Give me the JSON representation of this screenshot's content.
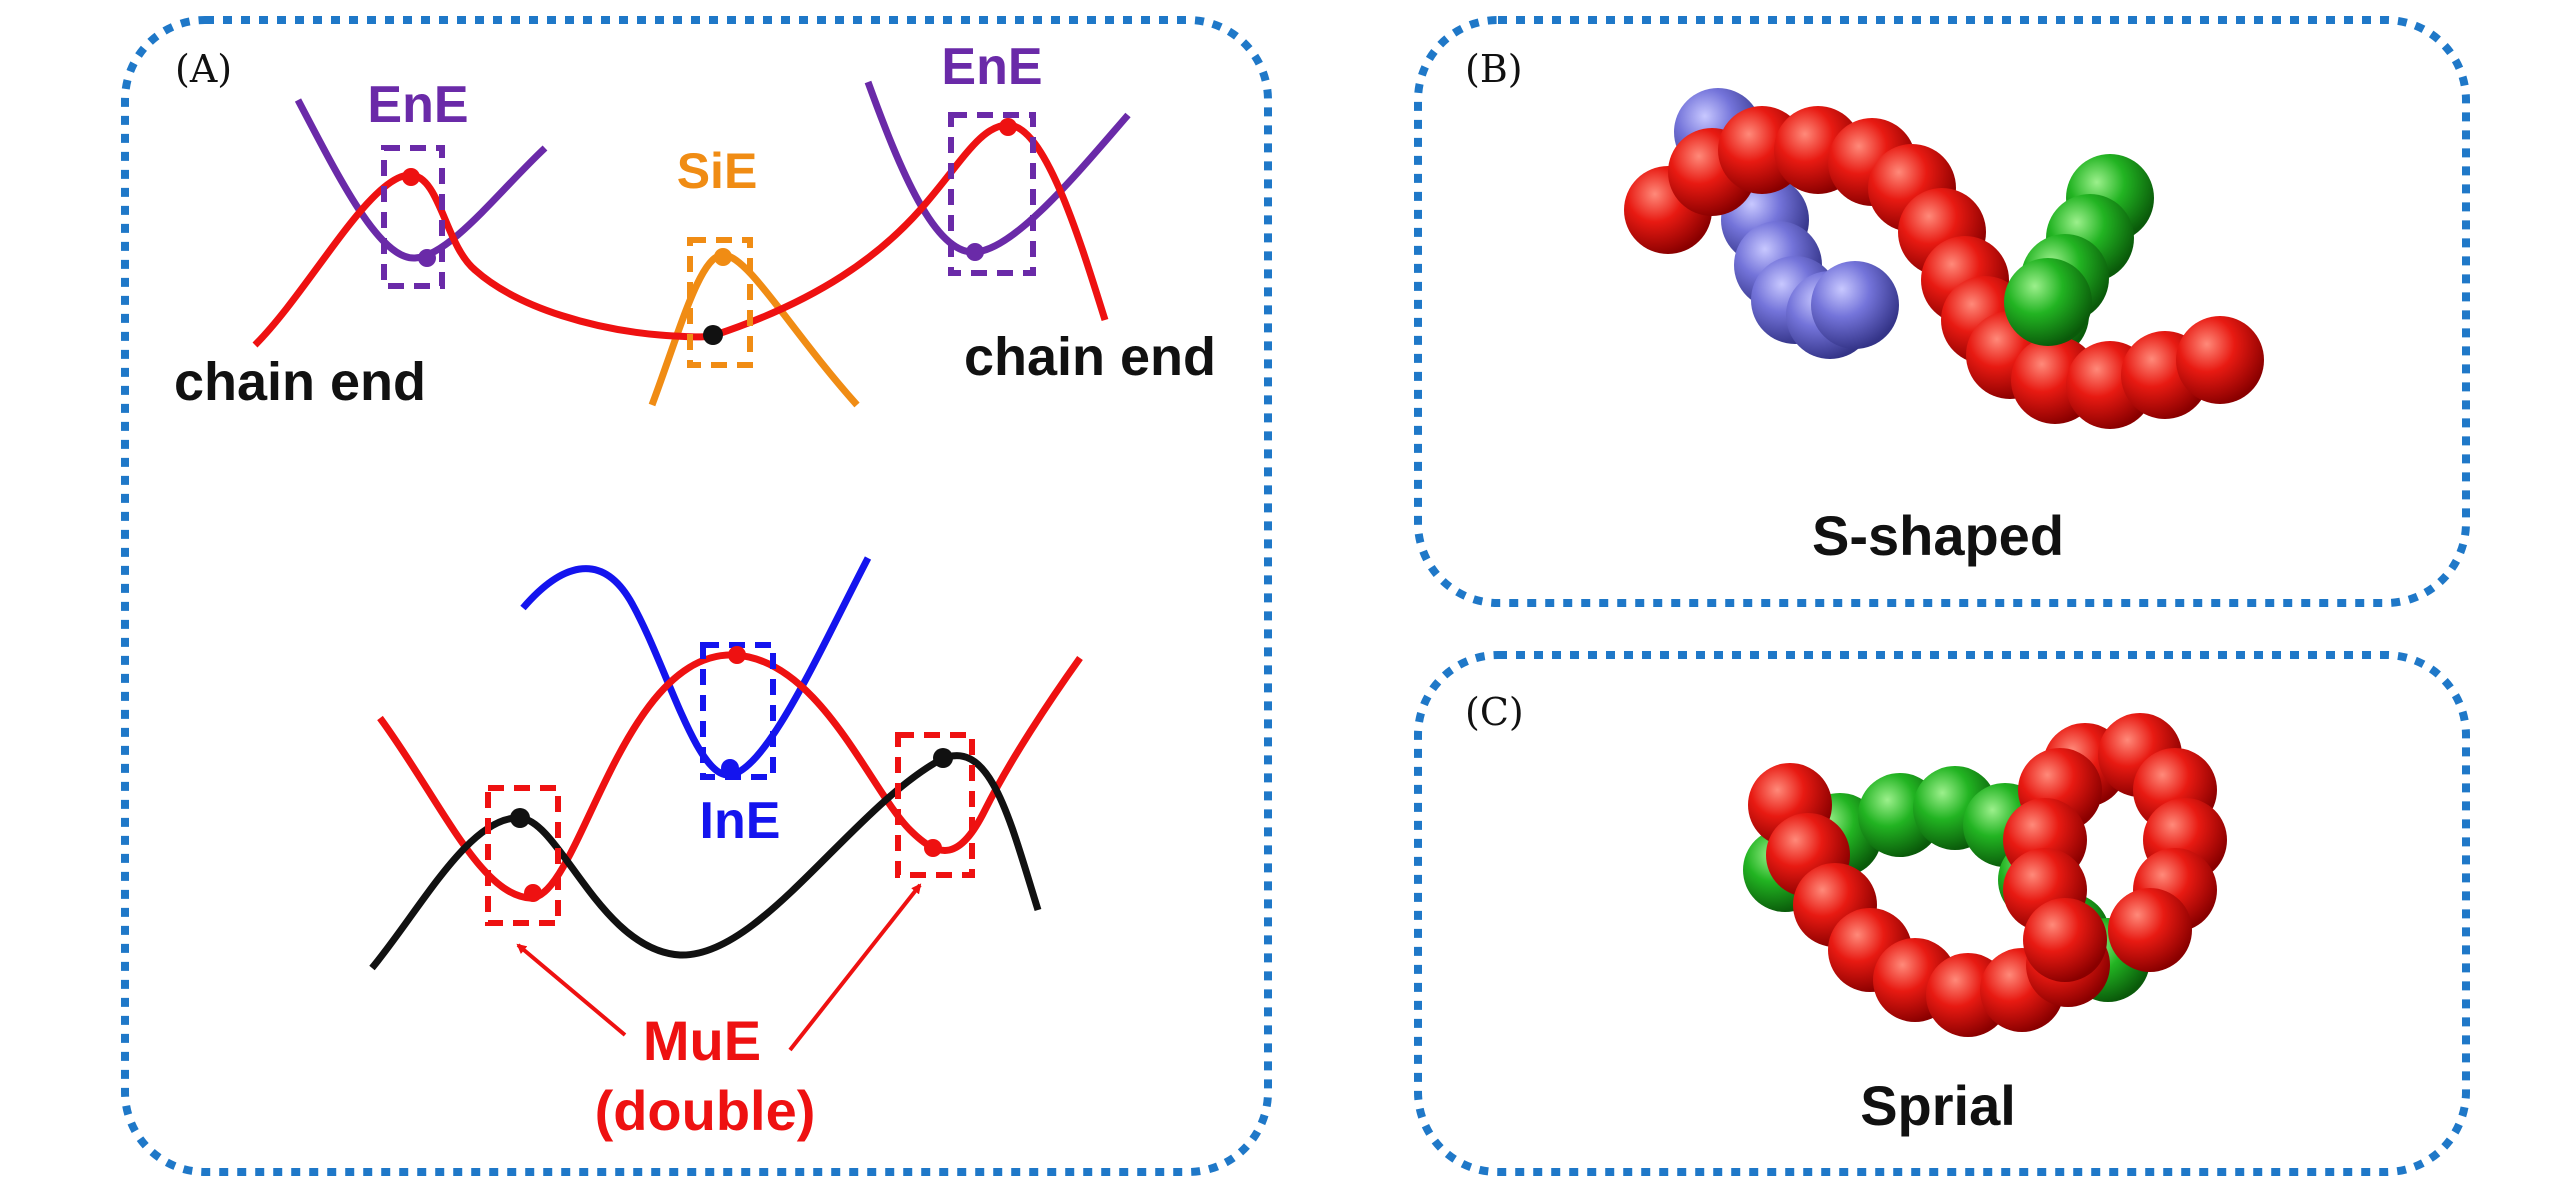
{
  "panels": {
    "a": {
      "label": "(A)",
      "enE_left": "EnE",
      "enE_right": "EnE",
      "siE": "SiE",
      "chain_end_left": "chain end",
      "chain_end_right": "chain end",
      "inE": "InE",
      "muE": "MuE",
      "muE_sub": "(double)"
    },
    "b": {
      "label": "(B)",
      "caption": "S-shaped"
    },
    "c": {
      "label": "(C)",
      "caption": "Sprial"
    }
  },
  "colors": {
    "frame": "#1f78c8",
    "red": "#ee1111",
    "purple": "#6a2aa8",
    "orange": "#f08c14",
    "blue": "#1414ee",
    "black": "#111111",
    "bead_red": "#e01616",
    "bead_green": "#22b422",
    "bead_violet": "#7070d8"
  }
}
